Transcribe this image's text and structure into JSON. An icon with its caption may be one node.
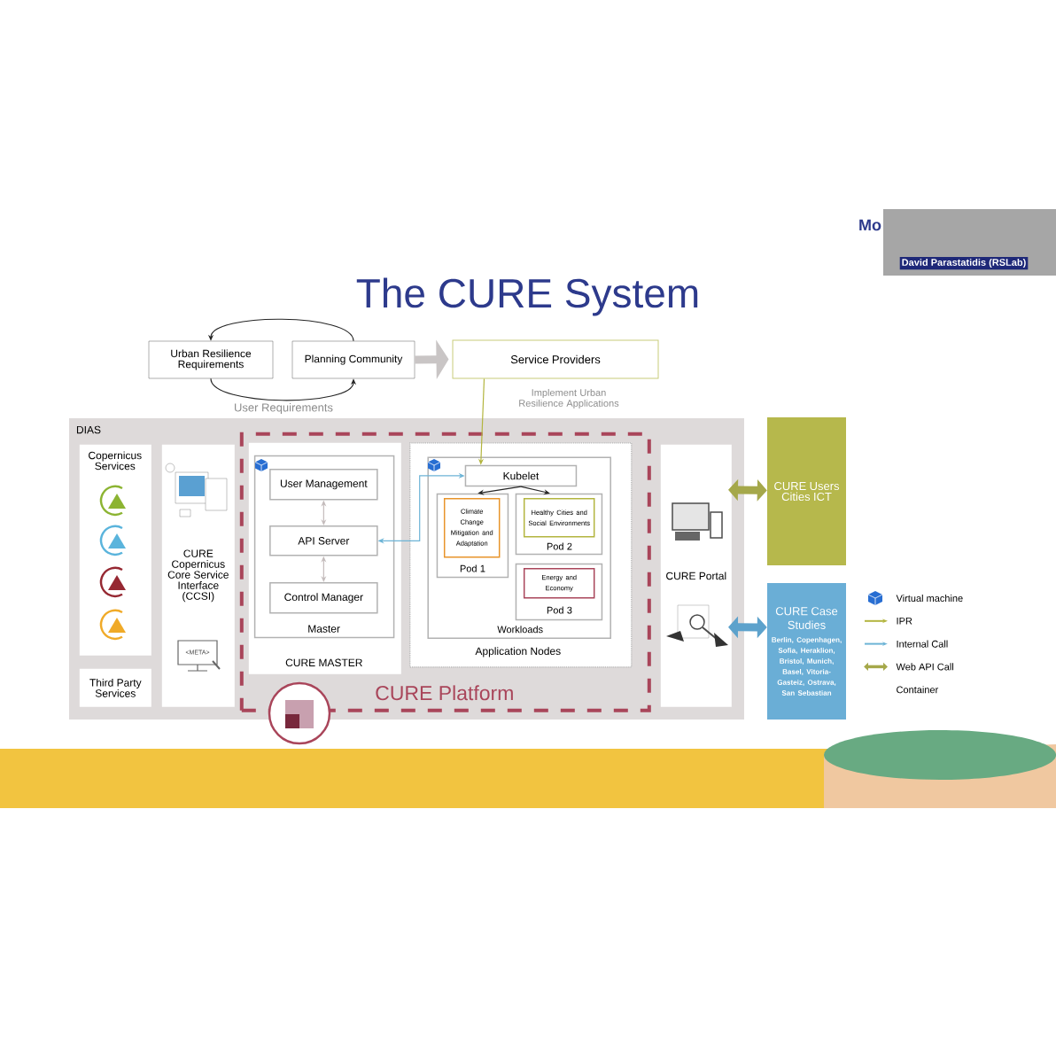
{
  "diagram": {
    "title": "The CURE System",
    "nodes": [
      {
        "text": [
          "Urban Resilience Requirements"
        ]
      },
      {
        "text": [
          "Planning Community"
        ]
      },
      {
        "text": [
          "Service Providers"
        ],
        "beside": [
          "Implement Urban Resilience Applications"
        ]
      },
      {
        "text": [
          "DIAS"
        ]
      },
      {
        "text": [
          "Copernicus Services"
        ],
        "in": 3
      },
      {
        "text": [
          "Third Party Services"
        ],
        "in": 3
      },
      {
        "text": [
          "CURE Copernicus Core Service Interface (CCSI)"
        ],
        "in": 3
      },
      {
        "text": [
          "CURE Platform"
        ],
        "in": 3
      },
      {
        "text": [
          "CURE MASTER"
        ],
        "in": 7
      },
      {
        "text": [
          "Master"
        ],
        "in": 8
      },
      {
        "text": [
          "User Management"
        ],
        "in": 9
      },
      {
        "text": [
          "API Server"
        ],
        "in": 9
      },
      {
        "text": [
          "Control Manager"
        ],
        "in": 9
      },
      {
        "text": [
          "Application Nodes"
        ],
        "in": 7
      },
      {
        "text": [
          "Workloads"
        ],
        "in": 13
      },
      {
        "text": [
          "Kubelet"
        ],
        "in": 14
      },
      {
        "text": [
          "Pod 1"
        ],
        "in": 14
      },
      {
        "text": [
          "Climate Change Mitigation and Adaptation"
        ],
        "in": 16
      },
      {
        "text": [
          "Pod 2"
        ],
        "in": 14
      },
      {
        "text": [
          "Healthy Cities and Social Environments"
        ],
        "in": 18
      },
      {
        "text": [
          "Pod 3"
        ],
        "in": 14
      },
      {
        "text": [
          "Energy and Economy"
        ],
        "in": 20
      },
      {
        "text": [
          "CURE Portal"
        ],
        "in": 3
      },
      {
        "text": [
          "CURE Users Cities ICT"
        ]
      },
      {
        "text": [
          "CURE Case Studies",
          "Berlin, Copenhagen, Sofia, Heraklion, Bristol, Munich, Basel, Vitoria-Gasteiz, Ostrava, San Sebastian"
        ]
      }
    ],
    "edges": [
      {
        "from": 1,
        "to": 0,
        "arrow": "to",
        "color": "#262626"
      },
      {
        "from": 0,
        "to": 1,
        "arrow": "to",
        "color": "#262626"
      },
      {
        "from": 1,
        "to": 2,
        "arrow": "to",
        "style": "thick",
        "color": "#c9c5c5"
      },
      {
        "from": 2,
        "to": 15,
        "arrow": "to",
        "color": "#b3b53f"
      },
      {
        "from": 15,
        "to": 11,
        "arrow": "both",
        "color": "#6db4d6"
      },
      {
        "from": 10,
        "to": 11,
        "arrow": "both",
        "color": "#c4bcbc"
      },
      {
        "from": 11,
        "to": 12,
        "arrow": "both",
        "color": "#c4bcbc"
      },
      {
        "from": 15,
        "to": 16,
        "arrow": "to",
        "color": "#262626"
      },
      {
        "from": 15,
        "to": 18,
        "arrow": "to",
        "color": "#262626"
      },
      {
        "from": 22,
        "to": 23,
        "arrow": "both",
        "style": "thick",
        "color": "#a5a84a"
      },
      {
        "from": 22,
        "to": 24,
        "arrow": "both",
        "style": "thick",
        "color": "#5da2cc"
      }
    ],
    "labels": [
      "User Requirements",
      "<META>",
      "Mo",
      "David Parastatidis (RSLab)"
    ],
    "legend": [
      {
        "text": "Virtual machine"
      },
      {
        "text": "IPR"
      },
      {
        "text": "Internal Call"
      },
      {
        "text": "Web API Call"
      },
      {
        "text": "Container"
      }
    ]
  }
}
